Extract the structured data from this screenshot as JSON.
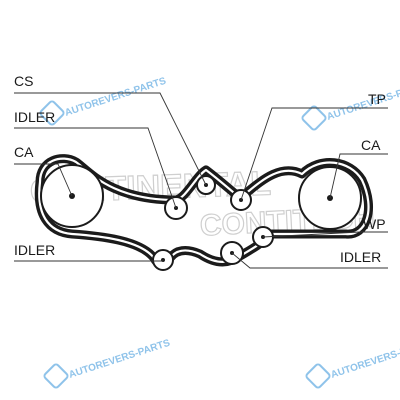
{
  "diagram": {
    "brand_top": "CONTINENTAL",
    "brand_bottom": "CONTITECH",
    "watermark_text": "AUTOREVERS-PARTS",
    "watermark_logo": "autorevers-logo-icon",
    "colors": {
      "belt": "#1b1b1b",
      "label": "#1a1a1a",
      "watermark": "#8fc3ea",
      "brand": "#cfcfcf"
    },
    "labels": {
      "cs": "CS",
      "idler_top_left": "IDLER",
      "ca_left": "CA",
      "idler_bottom_left": "IDLER",
      "tp": "TP",
      "ca_right": "CA",
      "wp": "WP",
      "idler_bottom_right": "IDLER"
    }
  }
}
